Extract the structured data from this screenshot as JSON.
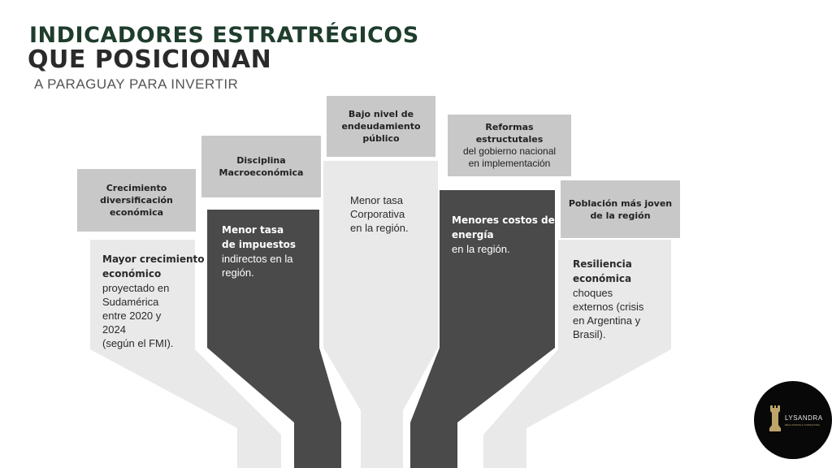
{
  "title": {
    "line1": "INDICADORES ESTRATRÉGICOS",
    "line2": "QUE POSICIONAN",
    "subtitle": "A PARAGUAY PARA INVERTIR"
  },
  "columns": [
    {
      "header_bold": [
        "Crecimiento",
        "diversificación",
        "económica"
      ],
      "header_regular": [],
      "body_bold": [
        "Mayor crecimiento",
        "económico"
      ],
      "body_regular": [
        "proyectado en",
        "Sudamérica",
        "entre 2020 y",
        "2024",
        "(según el FMI)."
      ]
    },
    {
      "header_bold": [
        "Disciplina",
        "Macroeconómica"
      ],
      "header_regular": [],
      "body_bold": [
        "Menor tasa",
        "de impuestos"
      ],
      "body_regular": [
        "indirectos en la",
        "región."
      ]
    },
    {
      "header_bold": [
        "Bajo nivel de",
        "endeudamiento",
        "público"
      ],
      "header_regular": [],
      "body_bold": [],
      "body_regular": [
        "Menor tasa",
        "Corporativa",
        "en la región."
      ]
    },
    {
      "header_bold": [
        "Reformas",
        "estructutales"
      ],
      "header_regular": [
        "del gobierno nacional",
        "en implementación"
      ],
      "body_bold": [
        "Menores costos de",
        "energía"
      ],
      "body_regular": [
        "en la región."
      ]
    },
    {
      "header_bold": [
        "Población más joven",
        "de la región"
      ],
      "header_regular": [],
      "body_bold": [
        "Resiliencia",
        "económica"
      ],
      "body_regular": [
        "choques",
        "externos (crisis",
        "en Argentina y",
        "Brasil)."
      ]
    }
  ],
  "logo": {
    "icon": "chess-rook-icon",
    "name": "LYSANDRA",
    "tagline": "REAL ESTATE & CONSULTING"
  },
  "colors": {
    "light_panel": "#e8e8e8",
    "dark_panel": "#4a4a4b",
    "header_box": "#c8c8c8",
    "title_green": "#1f3d2c",
    "logo_gold": "#bda56a"
  }
}
